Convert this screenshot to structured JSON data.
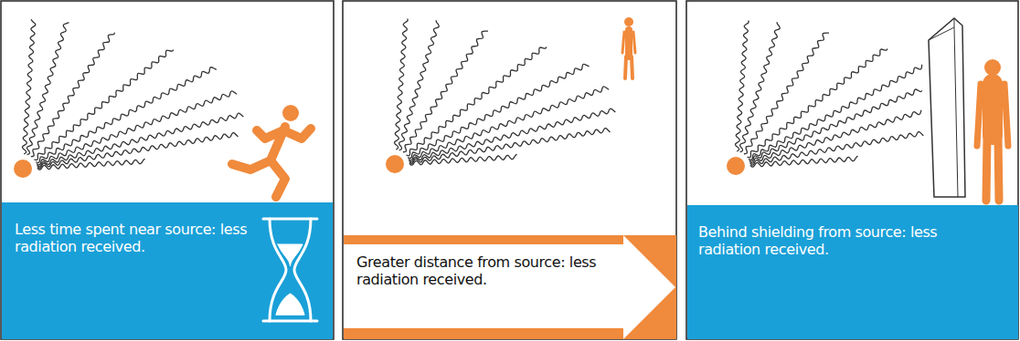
{
  "diagram": {
    "nodes": [
      {
        "text": [
          "Less time spent near source: less radiation received."
        ]
      },
      {
        "text": [
          "Greater distance from source: less radiation received."
        ]
      },
      {
        "text": [
          "Behind shielding from source: less radiation received."
        ]
      }
    ]
  }
}
